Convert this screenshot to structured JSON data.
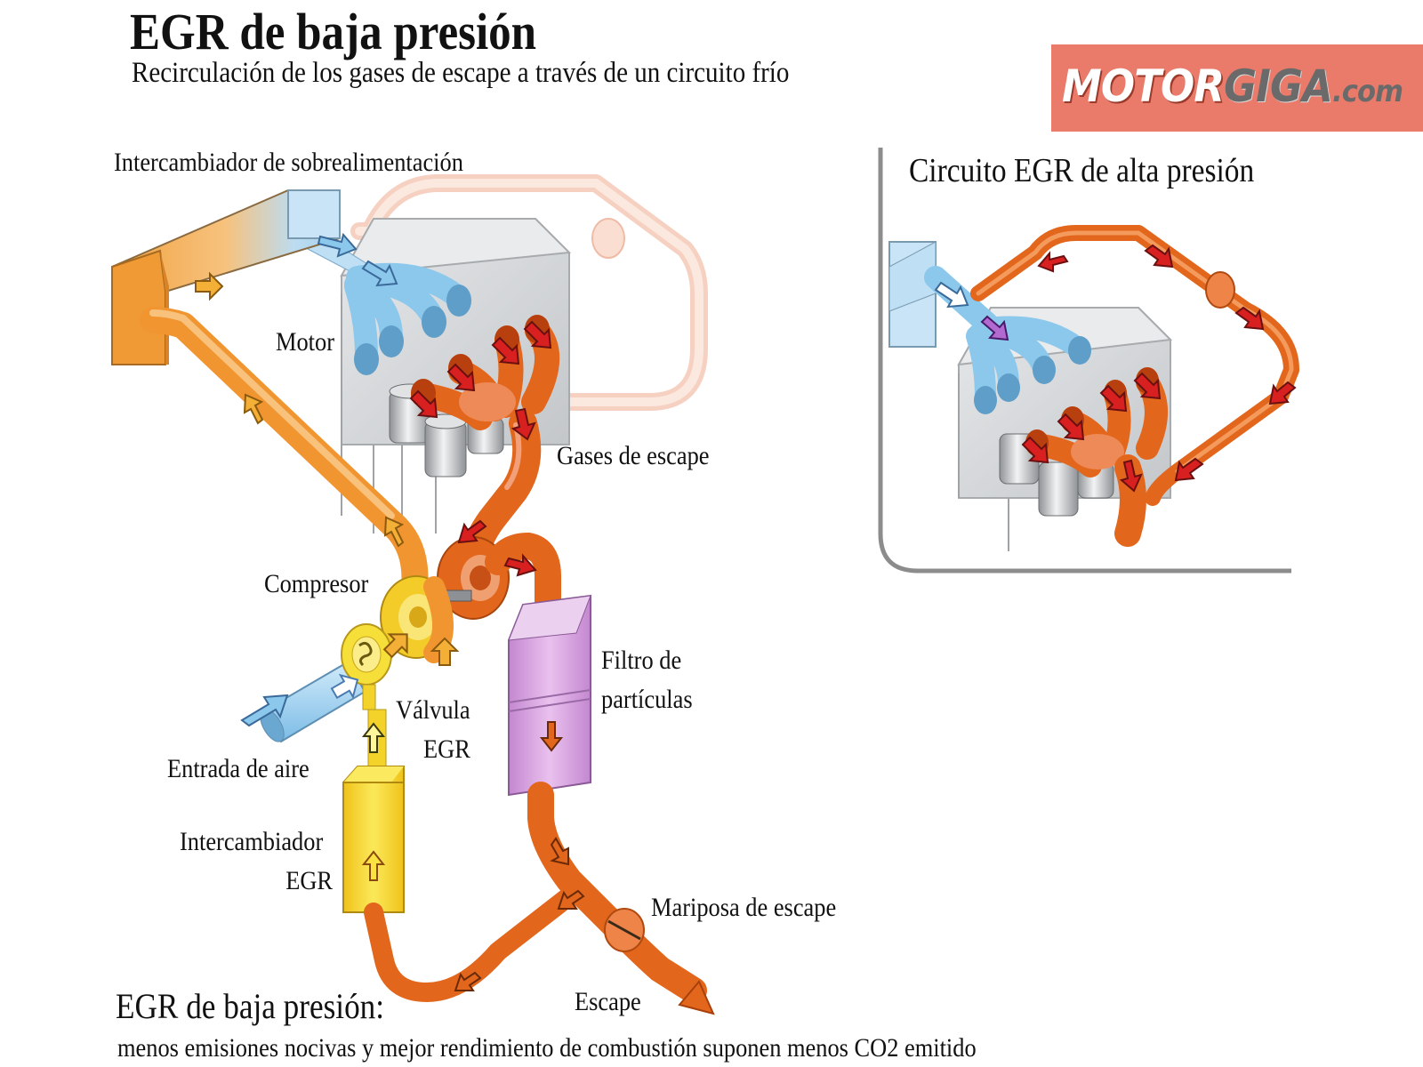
{
  "header": {
    "title": "EGR de baja presión",
    "subtitle": "Recirculación de los gases de escape a través de un circuito frío"
  },
  "logo": {
    "part1": "MOTOR",
    "part2": "GIGA",
    "part3": ".com",
    "colors": {
      "background": "#ea7a6a",
      "primary": "#ffffff",
      "secondary": "#6a6a6a"
    }
  },
  "inset": {
    "title": "Circuito EGR de alta presión"
  },
  "labels": {
    "intercambiador_sobrealimentacion": "Intercambiador de sobrealimentación",
    "motor": "Motor",
    "gases_escape": "Gases de escape",
    "compresor": "Compresor",
    "filtro_line1": "Filtro de",
    "filtro_line2": "partículas",
    "valvula_line1": "Válvula",
    "valvula_line2": "EGR",
    "entrada_aire": "Entrada de aire",
    "intercambiador_egr_line1": "Intercambiador",
    "intercambiador_egr_line2": "EGR",
    "mariposa_escape": "Mariposa de escape",
    "escape": "Escape"
  },
  "caption": {
    "heading": "EGR de baja presión:",
    "text": "menos emisiones nocivas y mejor rendimiento de combustión suponen menos CO2 emitido"
  },
  "colors": {
    "charge_air": "#f19530",
    "exhaust": "#e2661c",
    "intake_air": "#8cc8ec",
    "flow_arrow_red": "#d92020",
    "filter": "#dba8e2",
    "egr_cooler": "#f4d62a",
    "engine_block": "#d6d8da",
    "high_pressure_loop": "#f6d1c2"
  }
}
